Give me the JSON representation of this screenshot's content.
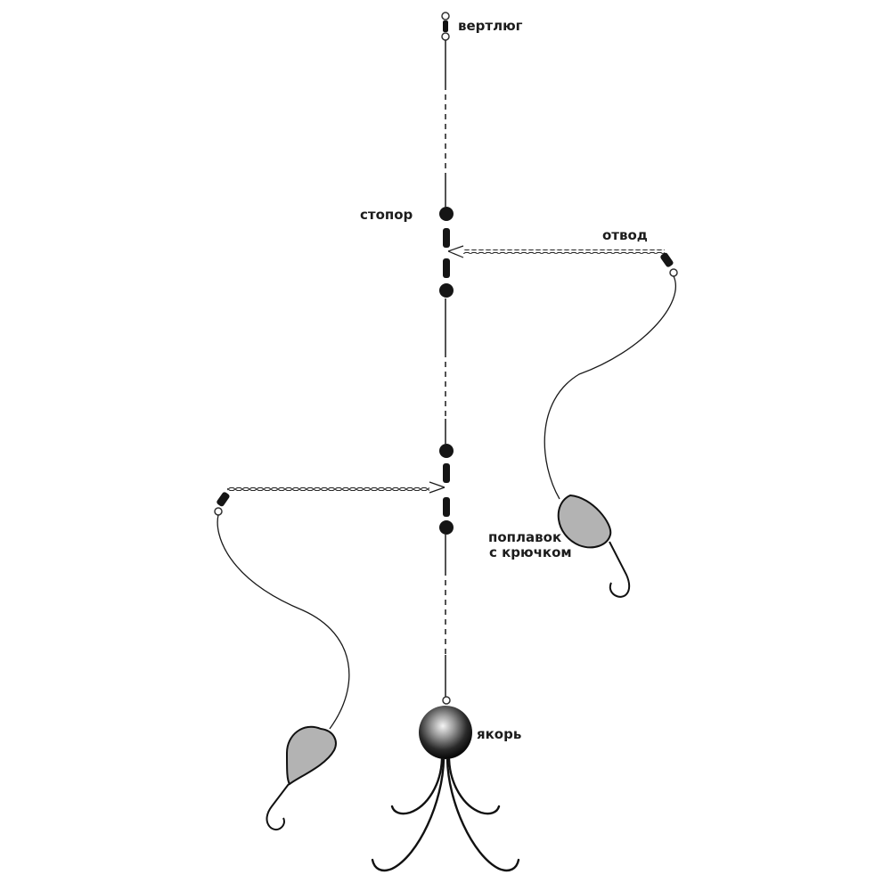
{
  "labels": {
    "swivel": "вертлюг",
    "stopper": "стопор",
    "branch": "отвод",
    "float_hook_line1": "поплавок",
    "float_hook_line2": "с крючком",
    "anchor": "якорь"
  },
  "colors": {
    "line": "#1a1a1a",
    "bead": "#151515",
    "float_fill": "#b3b3b3",
    "anchor_dark": "#0d0d0d",
    "anchor_light": "#f2f2f2"
  }
}
